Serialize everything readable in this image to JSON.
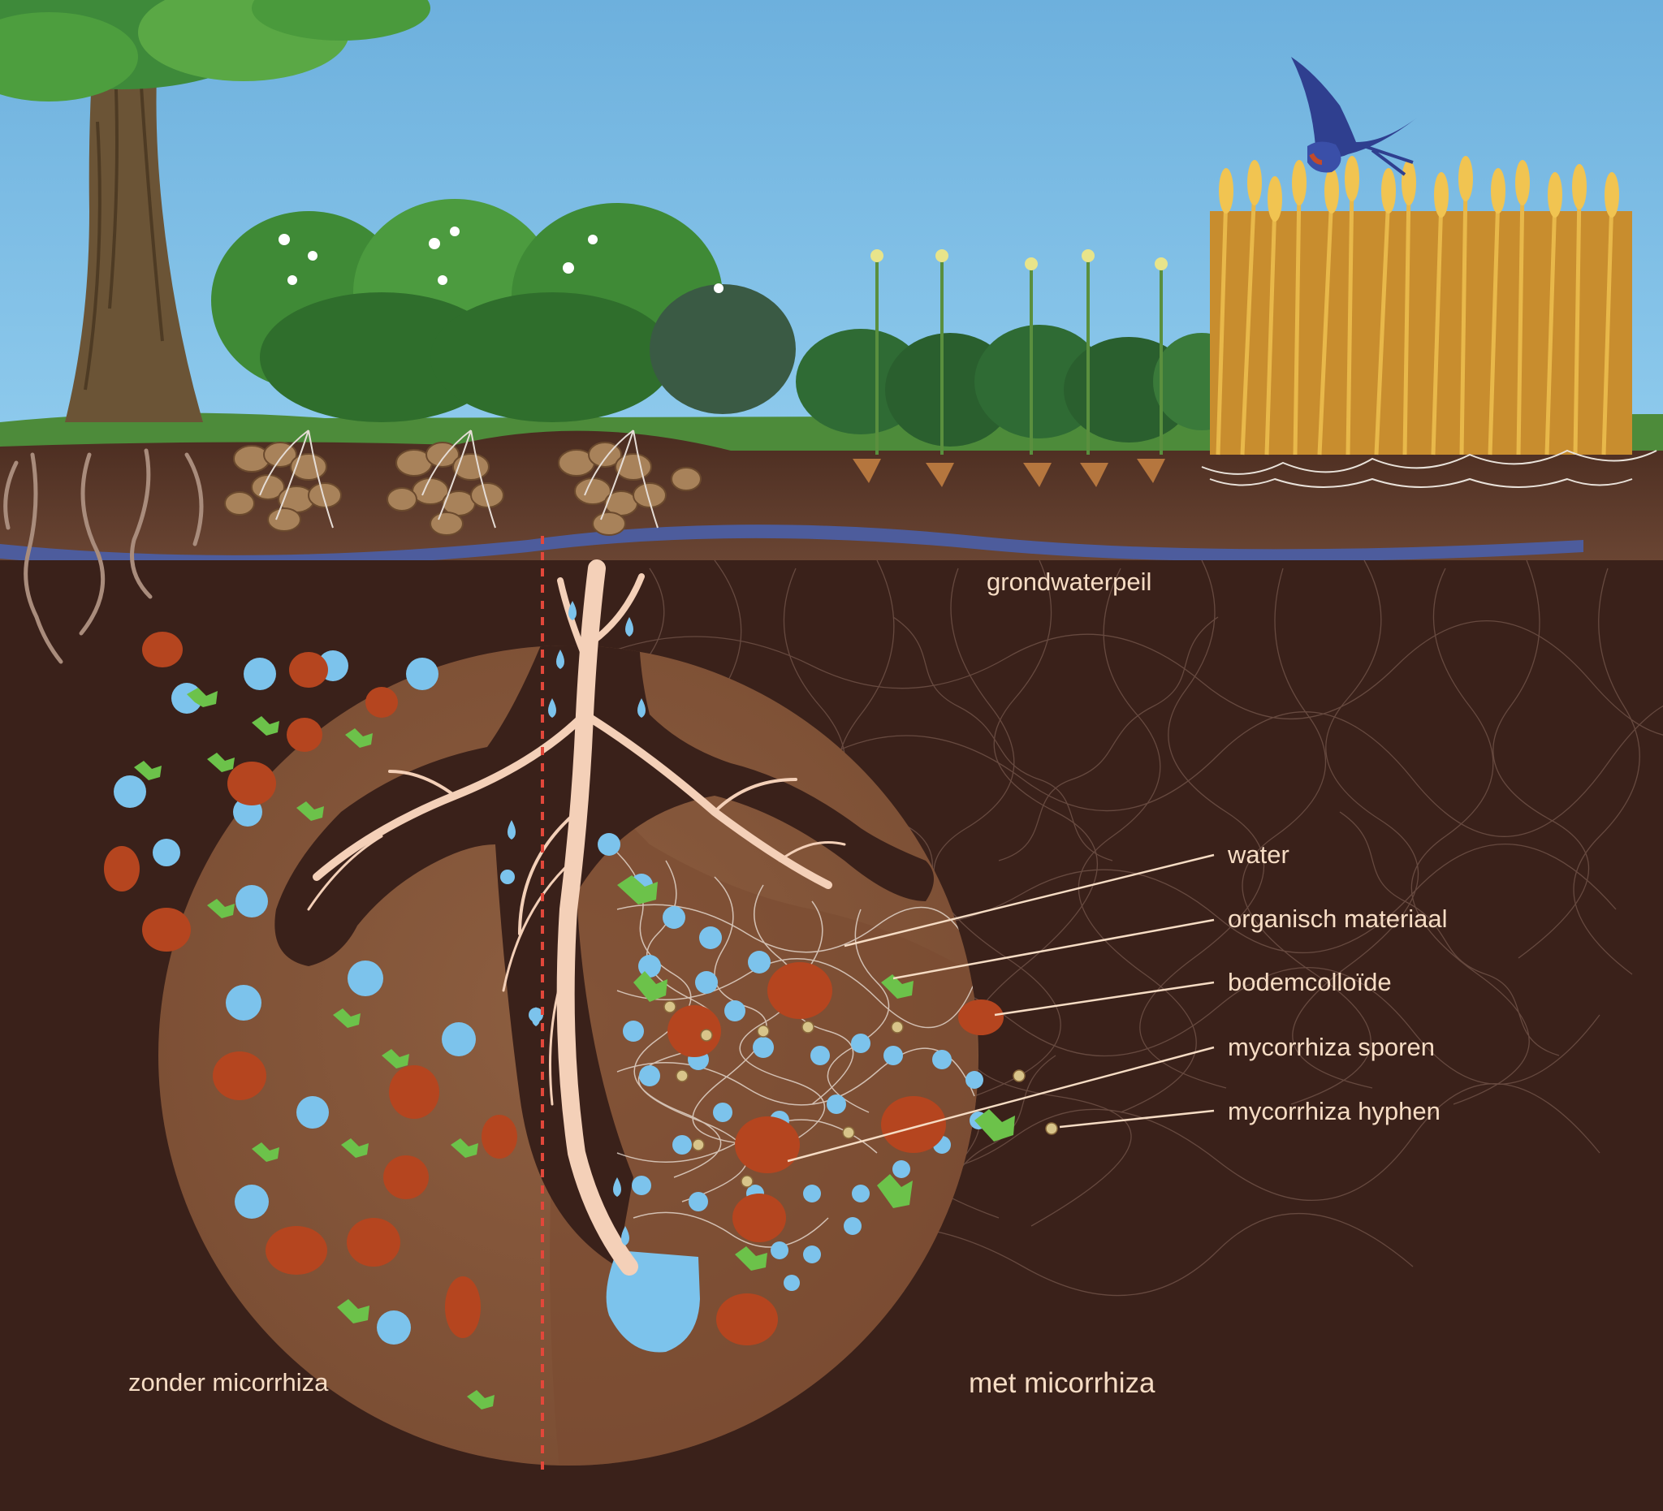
{
  "labels": {
    "groundwater": "grondwaterpeil",
    "without": "zonder micorrhiza",
    "with": "met micorrhiza"
  },
  "legend": [
    {
      "id": "water",
      "text": "water"
    },
    {
      "id": "organic",
      "text": "organisch materiaal"
    },
    {
      "id": "colloid",
      "text": "bodemcolloïde"
    },
    {
      "id": "spores",
      "text": "mycorrhiza sporen"
    },
    {
      "id": "hyphae",
      "text": "mycorrhiza hyphen"
    }
  ],
  "colors": {
    "sky": "#6fb6e3",
    "soil_dark": "#3a211a",
    "soil_circle": "#8a5a3c",
    "water": "#7cc3ec",
    "colloid": "#b5451f",
    "organic": "#6cc24a",
    "spore": "#d8c48a",
    "groundwater": "#4a5fa8",
    "root": "#f4d0b8",
    "divider": "#e2473a"
  },
  "icons": [
    "tree-icon",
    "potato-plant-icon",
    "mustard-plant-icon",
    "wheat-icon",
    "swallow-icon"
  ]
}
